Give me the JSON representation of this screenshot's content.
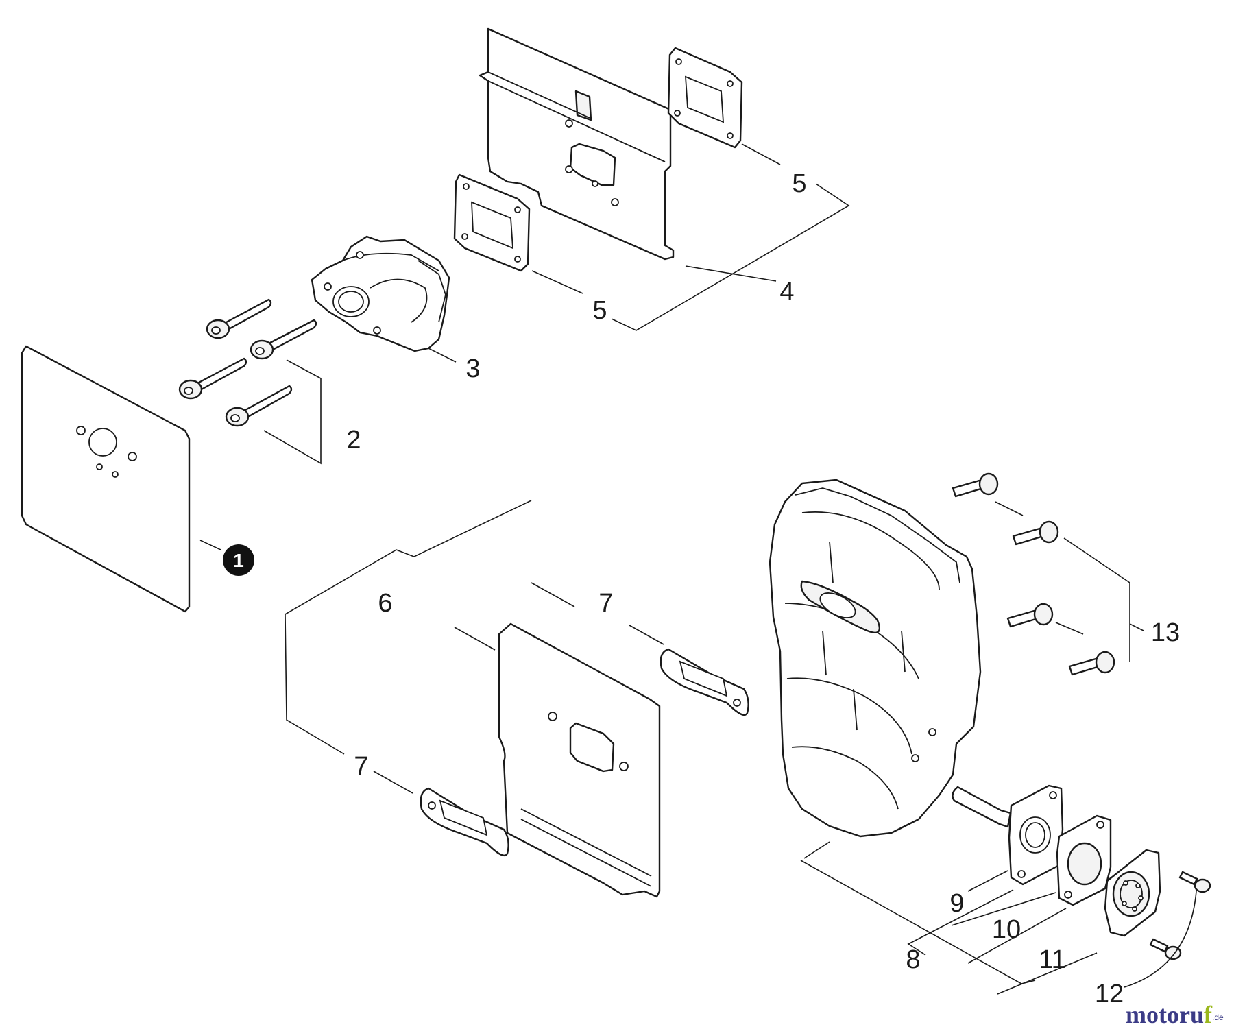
{
  "callouts": {
    "c1": "1",
    "c2": "2",
    "c3": "3",
    "c4": "4",
    "c5_top": "5",
    "c5_mid": "5",
    "c6": "6",
    "c7_top": "7",
    "c7_bottom": "7",
    "c8": "8",
    "c9": "9",
    "c10": "10",
    "c11": "11",
    "c12": "12",
    "c13": "13"
  },
  "watermark": {
    "main": "motoru",
    "accent": "f",
    "tld": ".de"
  }
}
